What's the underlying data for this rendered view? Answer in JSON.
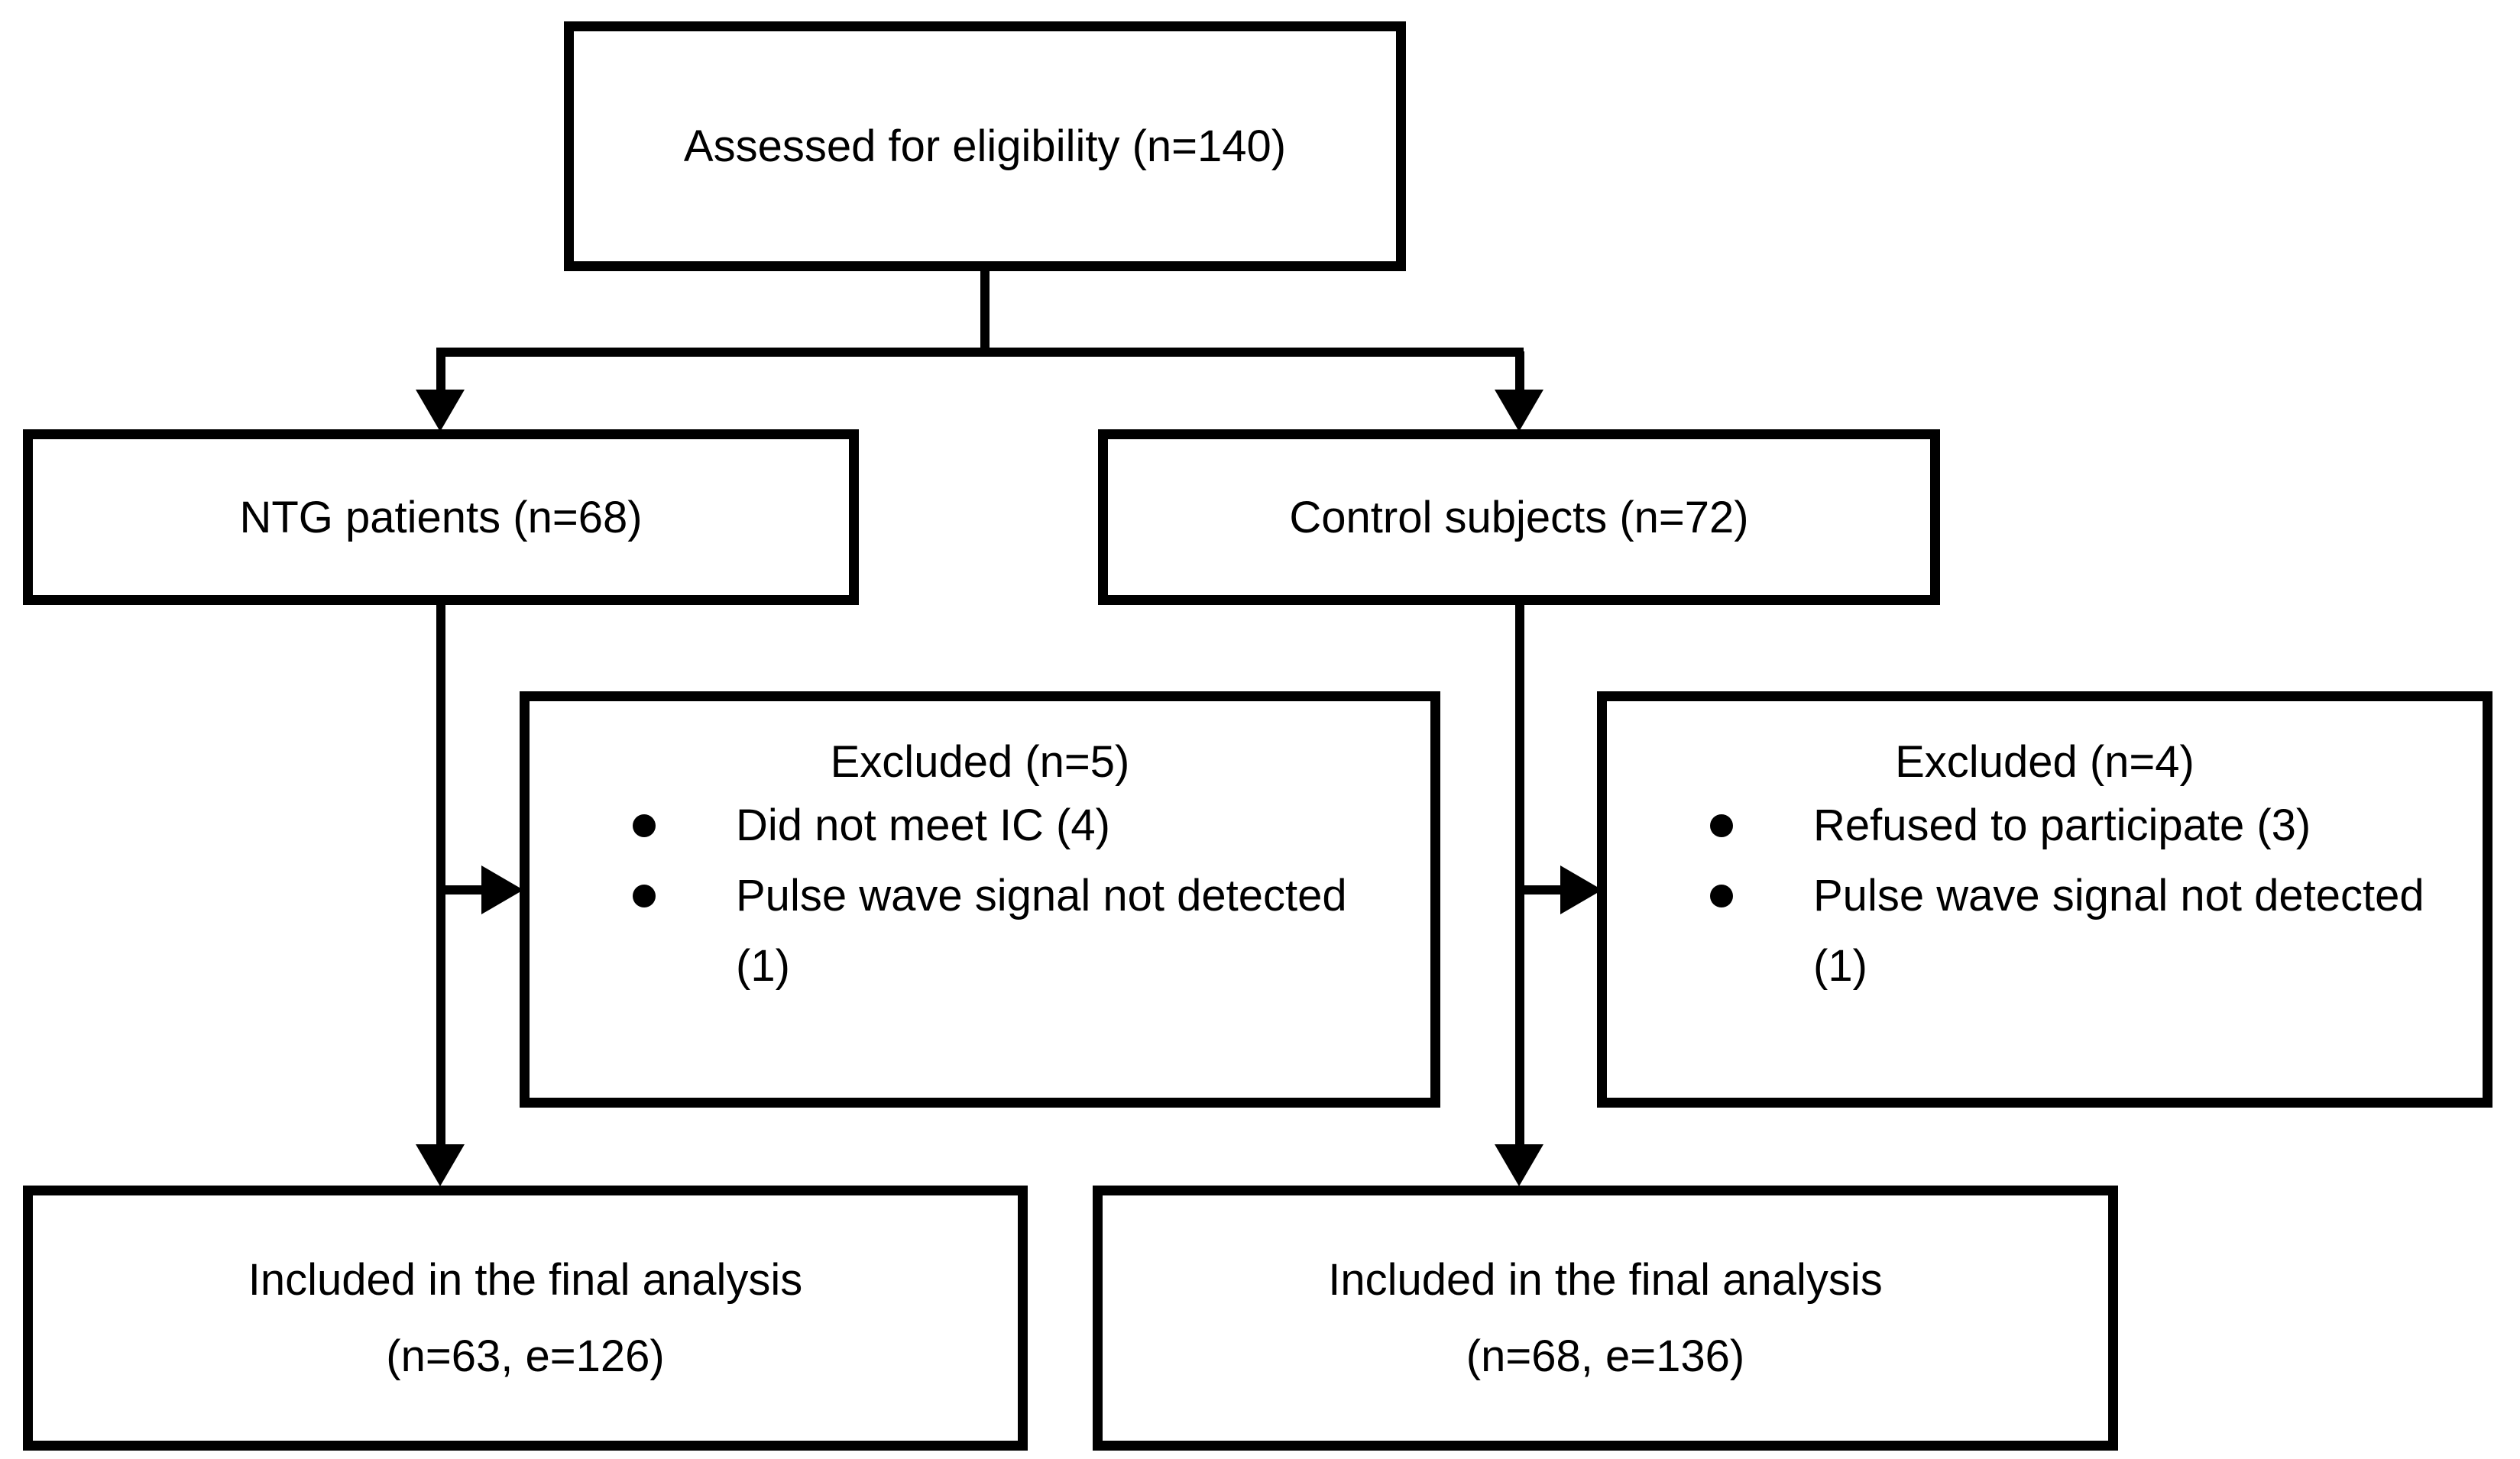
{
  "colors": {
    "line": "#000000",
    "text": "#000000",
    "bg": "#ffffff",
    "box_bg": "#ffffff"
  },
  "flowchart": {
    "assessed": {
      "label": "Assessed for eligibility (n=140)"
    },
    "ntg": {
      "label": "NTG patients (n=68)"
    },
    "control": {
      "label": "Control subjects (n=72)"
    },
    "excluded_left": {
      "title": "Excluded (n=5)",
      "items": [
        "Did not meet IC (4)",
        "Pulse wave signal not detected (1)"
      ]
    },
    "excluded_right": {
      "title": "Excluded (n=4)",
      "items": [
        "Refused to participate (3)",
        "Pulse wave signal not detected (1)"
      ]
    },
    "final_left": {
      "line1": "Included in the final analysis",
      "line2": "(n=63, e=126)"
    },
    "final_right": {
      "line1": "Included in the final analysis",
      "line2": "(n=68, e=136)"
    }
  }
}
